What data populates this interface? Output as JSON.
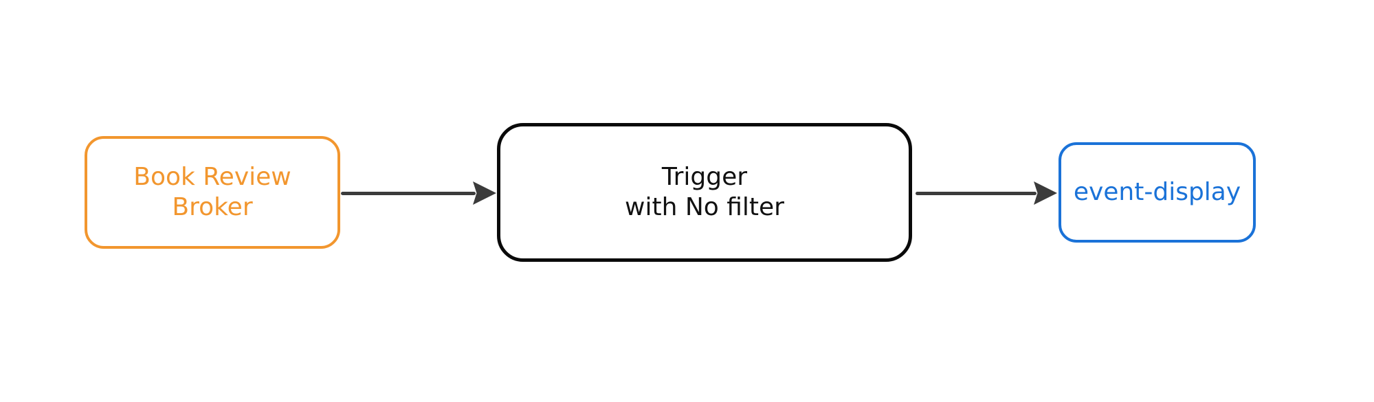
{
  "diagram": {
    "background_color": "#FFFFFF",
    "arrow_color": "#3B3B3B",
    "nodes": {
      "broker": {
        "label_line1": "Book Review",
        "label_line2": "Broker",
        "color": "#F2962E",
        "shape": "rounded-rectangle"
      },
      "trigger": {
        "label_line1": "Trigger",
        "label_line2": "with No filter",
        "color": "#111111",
        "shape": "rounded-rectangle"
      },
      "sink": {
        "label": "event-display",
        "color": "#1A72D8",
        "shape": "rounded-rectangle"
      }
    },
    "edges": [
      {
        "from": "broker",
        "to": "trigger"
      },
      {
        "from": "trigger",
        "to": "sink"
      }
    ]
  }
}
